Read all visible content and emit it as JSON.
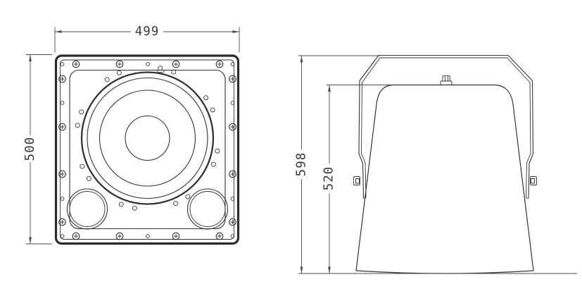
{
  "page": {
    "background_color": "#ffffff",
    "line_color": "#333333",
    "dimension_color": "#4a4a4a"
  },
  "front_view": {
    "width_dimension": "499",
    "height_dimension": "500"
  },
  "side_view": {
    "overall_height_dimension": "598",
    "body_height_dimension": "520"
  }
}
